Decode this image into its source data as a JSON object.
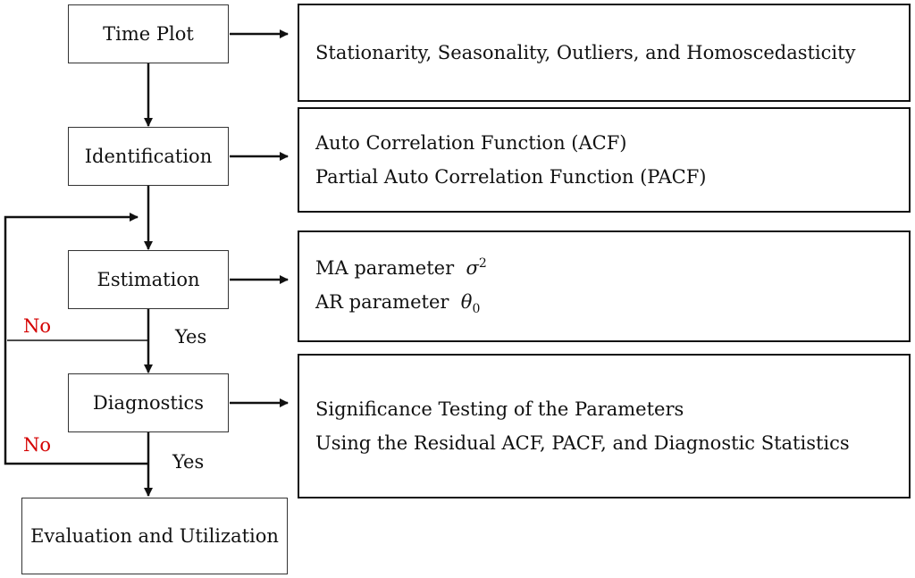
{
  "steps": {
    "time_plot": "Time Plot",
    "identification": "Identification",
    "estimation": "Estimation",
    "diagnostics": "Diagnostics",
    "evaluation": "Evaluation and Utilization"
  },
  "details": {
    "time_plot": [
      "Stationarity, Seasonality, Outliers, and Homoscedasticity"
    ],
    "identification": [
      "Auto Correlation Function (ACF)",
      "Partial Auto Correlation Function (PACF)"
    ],
    "estimation": {
      "ma_text": "MA parameter",
      "ma_symbol": "σ",
      "ma_sup": "2",
      "ar_text": "AR parameter",
      "ar_symbol": "θ",
      "ar_sub": "0"
    },
    "diagnostics": [
      "Significance Testing of the Parameters",
      "Using the Residual ACF, PACF, and Diagnostic Statistics"
    ]
  },
  "decisions": {
    "estimation_no": "No",
    "estimation_yes": "Yes",
    "diagnostics_no": "No",
    "diagnostics_yes": "Yes"
  },
  "colors": {
    "no_label": "#d40000",
    "line": "#111111"
  }
}
